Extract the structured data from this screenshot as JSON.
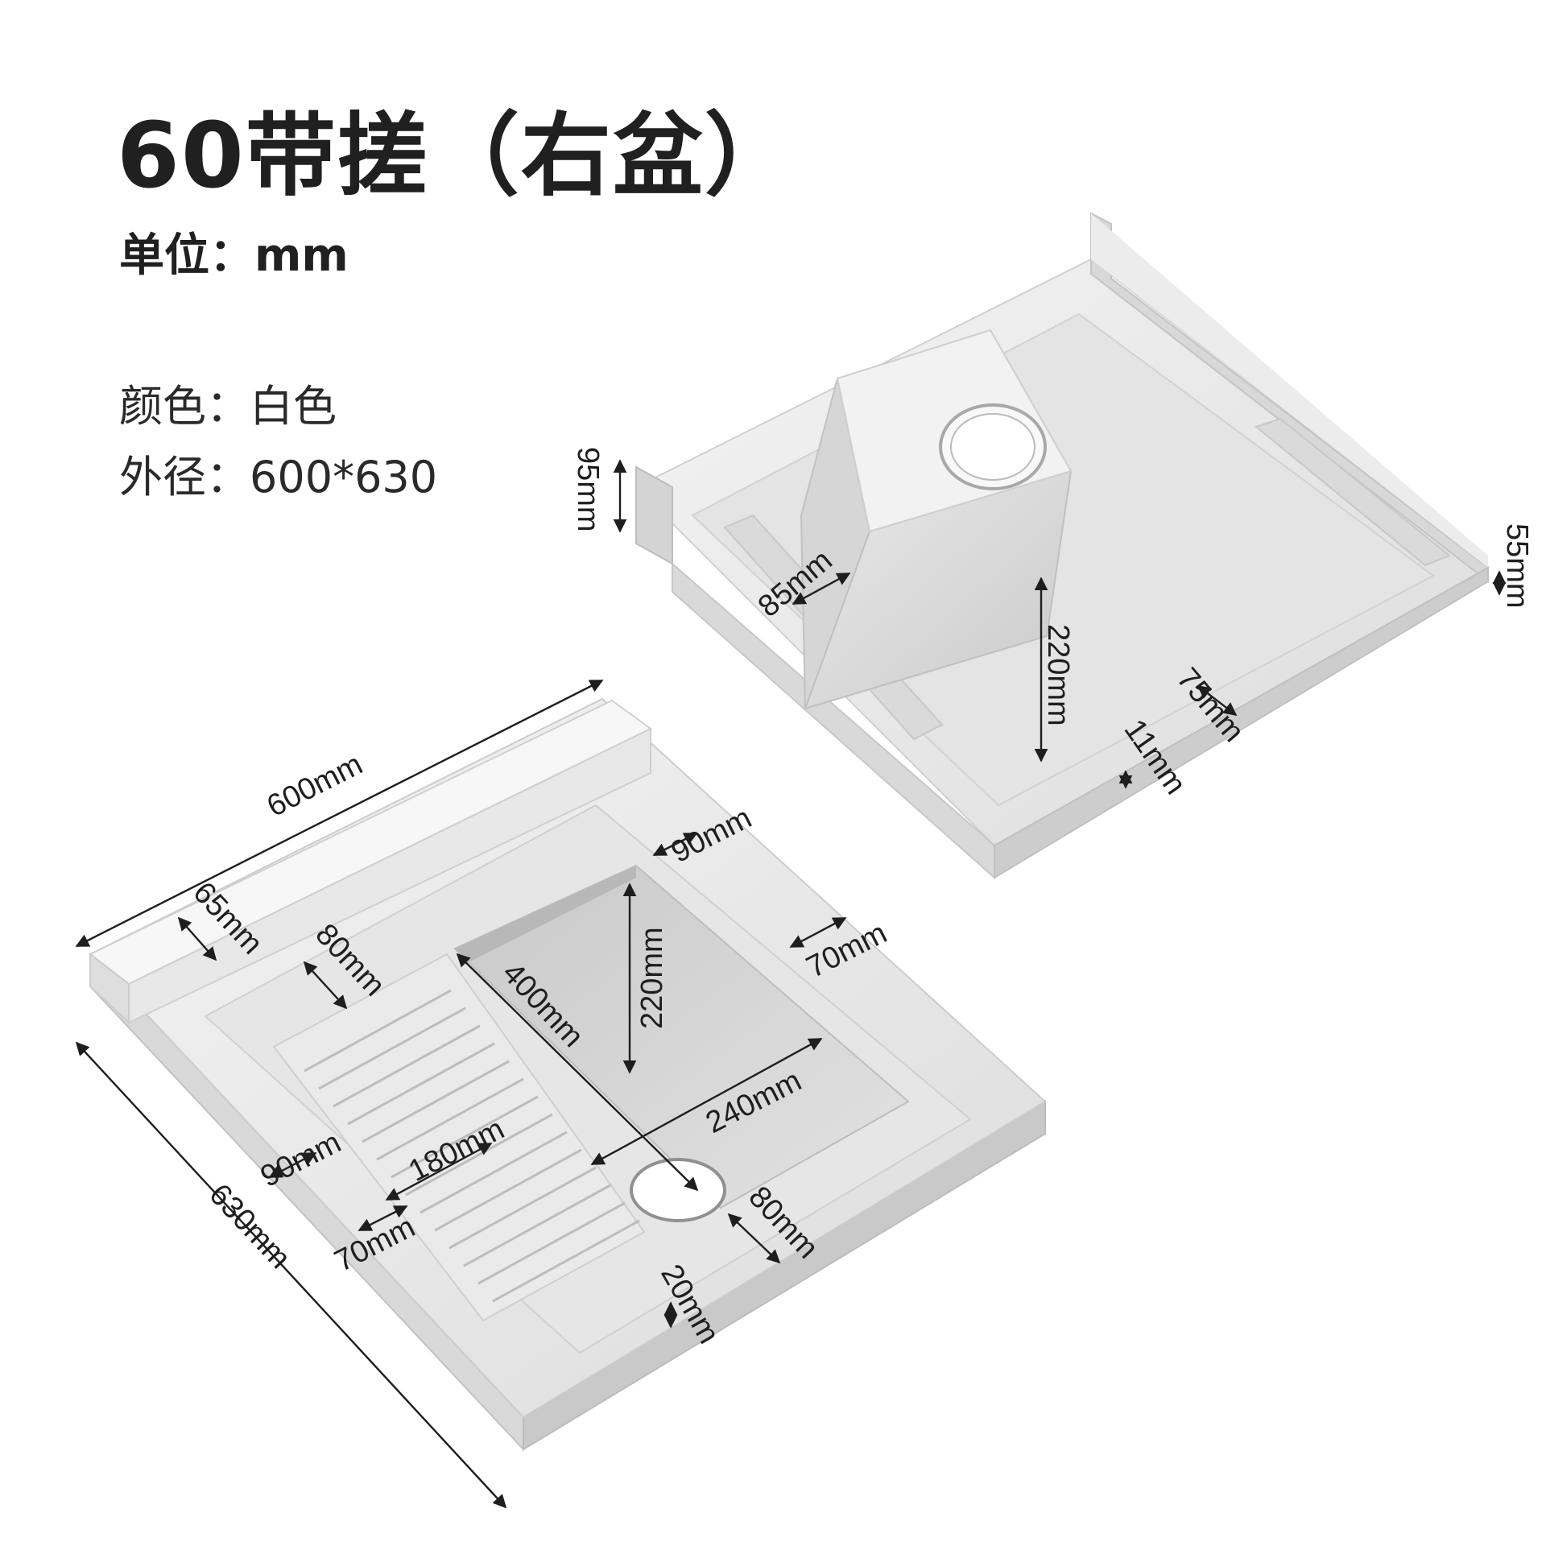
{
  "header": {
    "title": "60带搓（右盆）",
    "unit_label": "单位：mm"
  },
  "specs": {
    "color_label": "颜色：",
    "color_value": "白色",
    "size_label": "外径：",
    "size_value": "600*630"
  },
  "top_view_dims": {
    "overall_width": "600mm",
    "overall_depth": "630mm",
    "rear_ledge": "65mm",
    "board_back_margin": "80mm",
    "basin_top_margin": "90mm",
    "basin_side_rim": "70mm",
    "basin_length": "400mm",
    "basin_depth": "220mm",
    "basin_width": "240mm",
    "board_side_margin": "90mm",
    "board_width": "180mm",
    "board_front_margin": "70mm",
    "drain_margin": "80mm",
    "front_rim": "20mm"
  },
  "bottom_view_dims": {
    "backsplash_height": "95mm",
    "rib_width": "85mm",
    "basin_depth": "220mm",
    "side_wall": "55mm",
    "rib_spacing": "75mm",
    "wall_thickness": "11mm"
  }
}
